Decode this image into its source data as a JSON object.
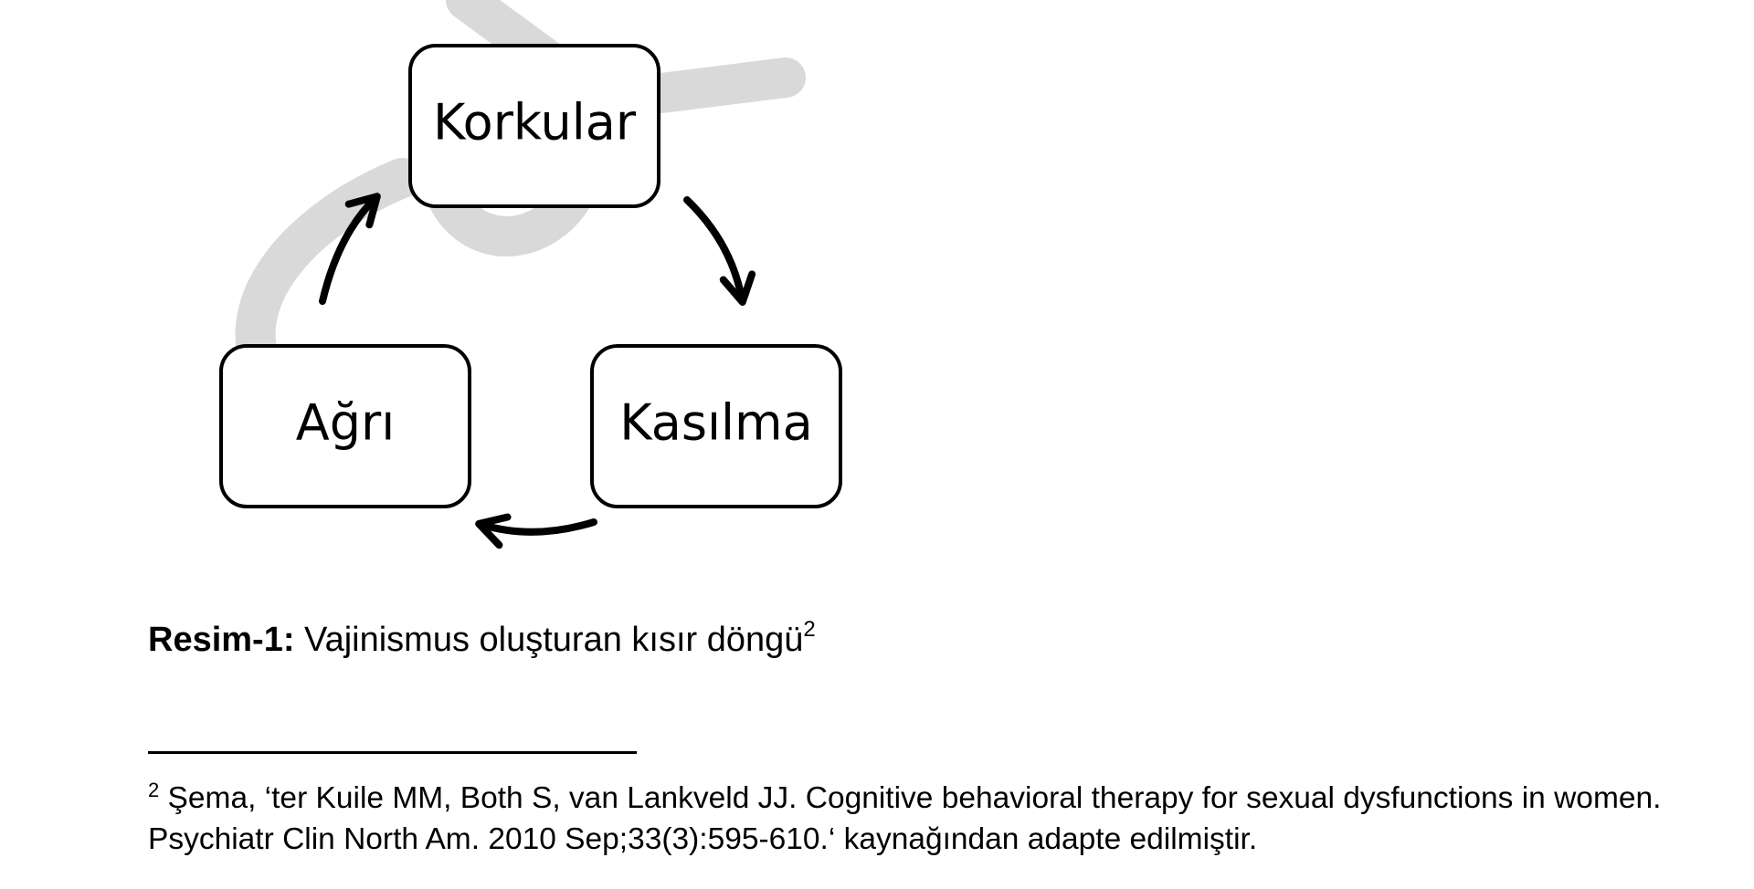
{
  "diagram": {
    "nodes": [
      {
        "id": "korkular",
        "label": "Korkular"
      },
      {
        "id": "kasilma",
        "label": "Kasılma"
      },
      {
        "id": "agri",
        "label": "Ağrı"
      }
    ],
    "edges": [
      {
        "from": "korkular",
        "to": "kasilma"
      },
      {
        "from": "kasilma",
        "to": "agri"
      },
      {
        "from": "agri",
        "to": "korkular"
      }
    ],
    "watermark_color": "#d9d9d9"
  },
  "caption": {
    "label": "Resim-1:",
    "text": " Vajinismus oluşturan kısır döngü",
    "ref": "2"
  },
  "footnote": {
    "marker": "2",
    "text": " Şema, ‘ter Kuile MM, Both S, van Lankveld JJ. Cognitive behavioral therapy for sexual dysfunctions in women. Psychiatr Clin North Am. 2010 Sep;33(3):595-610.‘ kaynağından adapte edilmiştir."
  }
}
